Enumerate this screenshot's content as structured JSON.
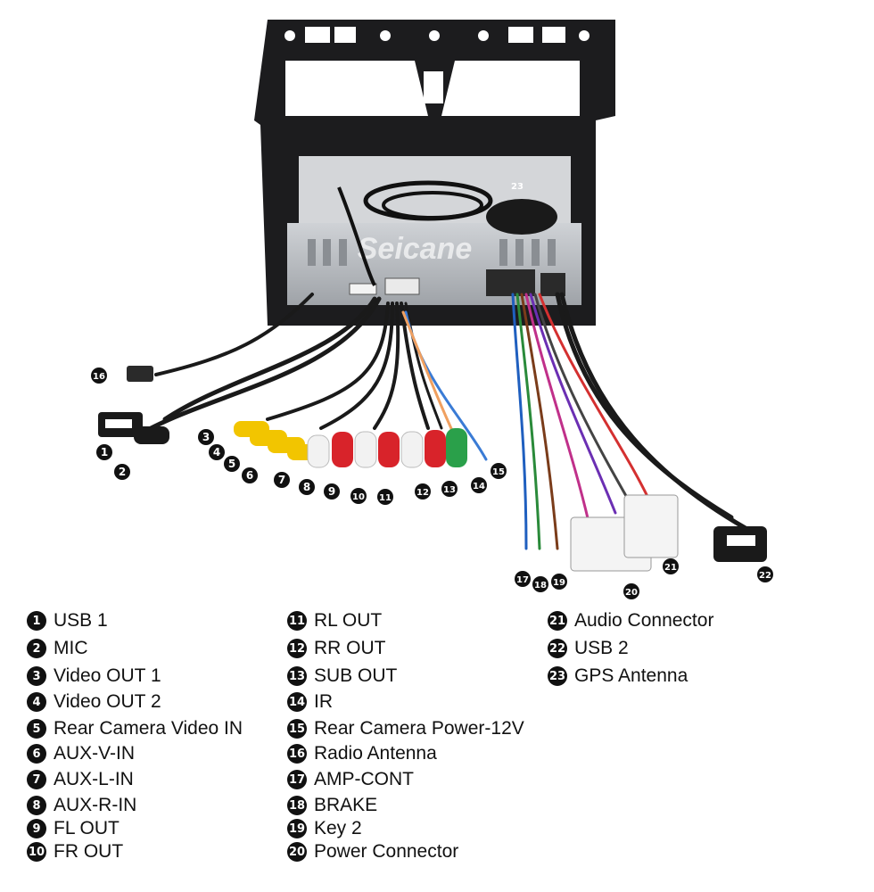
{
  "watermark": "Seicane",
  "callouts": [
    {
      "n": "1"
    },
    {
      "n": "2"
    },
    {
      "n": "3"
    },
    {
      "n": "4"
    },
    {
      "n": "5"
    },
    {
      "n": "6"
    },
    {
      "n": "7"
    },
    {
      "n": "8"
    },
    {
      "n": "9"
    },
    {
      "n": "10"
    },
    {
      "n": "11"
    },
    {
      "n": "12"
    },
    {
      "n": "13"
    },
    {
      "n": "14"
    },
    {
      "n": "15"
    },
    {
      "n": "16"
    },
    {
      "n": "17"
    },
    {
      "n": "18"
    },
    {
      "n": "19"
    },
    {
      "n": "20"
    },
    {
      "n": "21"
    },
    {
      "n": "22"
    },
    {
      "n": "23"
    }
  ],
  "legend": [
    {
      "n": "1",
      "label": "USB 1"
    },
    {
      "n": "2",
      "label": "MIC"
    },
    {
      "n": "3",
      "label": "Video OUT 1"
    },
    {
      "n": "4",
      "label": "Video OUT 2"
    },
    {
      "n": "5",
      "label": "Rear Camera Video IN"
    },
    {
      "n": "6",
      "label": "AUX-V-IN"
    },
    {
      "n": "7",
      "label": "AUX-L-IN"
    },
    {
      "n": "8",
      "label": "AUX-R-IN"
    },
    {
      "n": "9",
      "label": "FL OUT"
    },
    {
      "n": "10",
      "label": "FR OUT"
    },
    {
      "n": "11",
      "label": "RL OUT"
    },
    {
      "n": "12",
      "label": "RR OUT"
    },
    {
      "n": "13",
      "label": "SUB OUT"
    },
    {
      "n": "14",
      "label": "IR"
    },
    {
      "n": "15",
      "label": "Rear Camera Power-12V"
    },
    {
      "n": "16",
      "label": "Radio Antenna"
    },
    {
      "n": "17",
      "label": "AMP-CONT"
    },
    {
      "n": "18",
      "label": "BRAKE"
    },
    {
      "n": "19",
      "label": "Key 2"
    },
    {
      "n": "20",
      "label": "Power Connector"
    },
    {
      "n": "21",
      "label": "Audio Connector"
    },
    {
      "n": "22",
      "label": "USB 2"
    },
    {
      "n": "23",
      "label": "GPS Antenna"
    }
  ],
  "colors": {
    "frame": "#1c1c1e",
    "chassis": "#b9bcc0",
    "cable": "#1a1a1a",
    "rca_yellow": "#f2c500",
    "rca_red": "#d8232a",
    "rca_white": "#f2f2f2",
    "rca_green": "#2aa04a",
    "connector": "#f4f4f4",
    "badge": "#111111"
  }
}
